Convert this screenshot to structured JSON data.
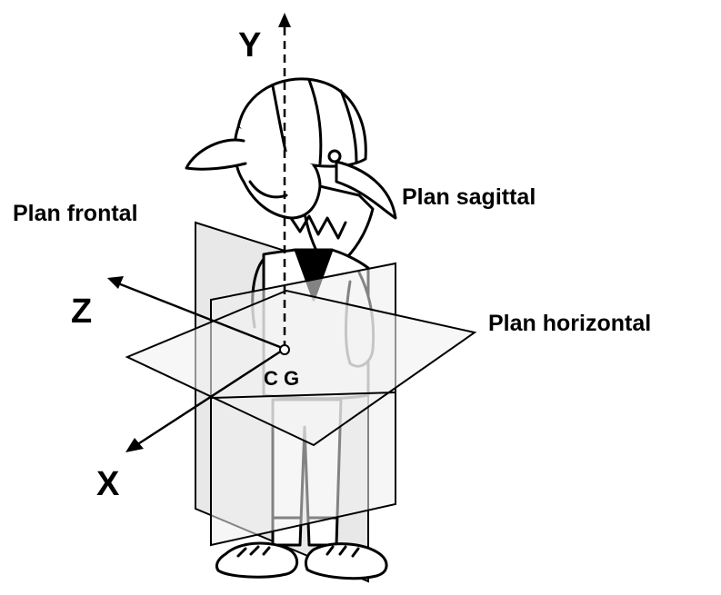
{
  "labels": {
    "plan_frontal": "Plan frontal",
    "plan_sagittal": "Plan sagittal",
    "plan_horizontal": "Plan horizontal",
    "cg": "C G"
  },
  "axes": {
    "x": "X",
    "y": "Y",
    "z": "Z"
  },
  "colors": {
    "ink": "#000000",
    "plane_fill": "#ececec",
    "figure_fill": "#ffffff"
  }
}
